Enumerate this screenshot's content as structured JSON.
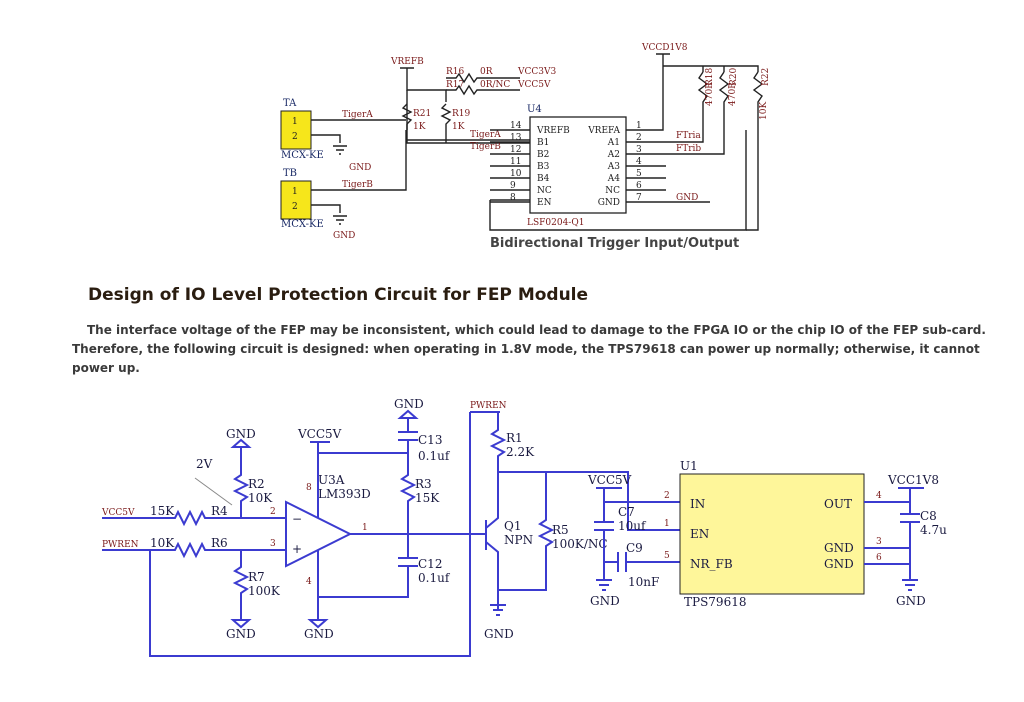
{
  "top_schematic": {
    "nets": {
      "vrefb": "VREFB",
      "vccd1v8": "VCCD1V8",
      "vcc3v3": "VCC3V3",
      "vcc5v": "VCC5V",
      "tiger_a": "TigerA",
      "tiger_b": "TigerB",
      "ftria": "FTria",
      "ftrib": "FTrib",
      "gnd": "GND"
    },
    "components": {
      "ta": "TA",
      "tb": "TB",
      "conn_a": "MCX-KE",
      "conn_b": "MCX-KE",
      "r16": "R16",
      "r16_val": "0R",
      "r17": "R17",
      "r17_val": "0R/NC",
      "r21": "R21",
      "r21_val": "1K",
      "r19": "R19",
      "r19_val": "1K",
      "r18": "R18",
      "r18_val": "470R",
      "r20": "R20",
      "r20_val": "470R",
      "r22": "R22",
      "r22_val": "10K",
      "u4": "U4",
      "u4_part": "LSF0204-Q1"
    },
    "u4_left_pins": [
      {
        "num": "14",
        "name": "VREFB"
      },
      {
        "num": "13",
        "name": "B1"
      },
      {
        "num": "12",
        "name": "B2"
      },
      {
        "num": "11",
        "name": "B3"
      },
      {
        "num": "10",
        "name": "B4"
      },
      {
        "num": "9",
        "name": "NC"
      },
      {
        "num": "8",
        "name": "EN"
      }
    ],
    "u4_right_pins": [
      {
        "num": "1",
        "name": "VREFA"
      },
      {
        "num": "2",
        "name": "A1"
      },
      {
        "num": "3",
        "name": "A2"
      },
      {
        "num": "4",
        "name": "A3"
      },
      {
        "num": "5",
        "name": "A4"
      },
      {
        "num": "6",
        "name": "NC"
      },
      {
        "num": "7",
        "name": "GND"
      }
    ],
    "conn_pins": [
      "1",
      "2"
    ]
  },
  "caption": "Bidirectional Trigger Input/Output",
  "section_title": "Design of IO Level Protection Circuit for FEP Module",
  "paragraph": "The interface voltage of the FEP may be inconsistent, which could lead to damage to the FPGA IO or the chip IO of the FEP sub-card. Therefore, the following circuit is designed: when operating in 1.8V mode, the TPS79618 can power up normally; otherwise, it cannot power up.",
  "bottom_schematic": {
    "nets": {
      "vcc5v_in": "VCC5V",
      "pwren_in": "PWREN",
      "vcc5v_top": "VCC5V",
      "pwren_top": "PWREN",
      "vcc5v_ldo": "VCC5V",
      "vcc1v8": "VCC1V8",
      "gnd": "GND",
      "two_v": "2V"
    },
    "components": {
      "r4": "R4",
      "r4_val": "15K",
      "r6": "R6",
      "r6_val": "10K",
      "r2": "R2",
      "r2_val": "10K",
      "r7": "R7",
      "r7_val": "100K",
      "u3": "U3A",
      "u3_part": "LM393D",
      "u3_pin8": "8",
      "u3_pin4": "4",
      "u3_in_minus": "2",
      "u3_in_plus": "3",
      "u3_out": "1",
      "r3": "R3",
      "r3_val": "15K",
      "c13": "C13",
      "c13_val": "0.1uf",
      "c12": "C12",
      "c12_val": "0.1uf",
      "r1": "R1",
      "r1_val": "2.2K",
      "q1": "Q1",
      "q1_type": "NPN",
      "r5": "R5",
      "r5_val": "100K/NC",
      "c7": "C7",
      "c7_val": "10uf",
      "c9": "C9",
      "c9_val": "10nF",
      "c8": "C8",
      "c8_val": "4.7u",
      "u1": "U1",
      "u1_part": "TPS79618"
    },
    "u1_pins": {
      "in": "IN",
      "en": "EN",
      "nr_fb": "NR_FB",
      "out": "OUT",
      "gnd1": "GND",
      "gnd2": "GND",
      "p2": "2",
      "p1": "1",
      "p5": "5",
      "p4": "4",
      "p3": "3",
      "p6": "6"
    },
    "colors": {
      "ic_fill": "#fef69a",
      "wire": "#3b3bd0"
    }
  }
}
